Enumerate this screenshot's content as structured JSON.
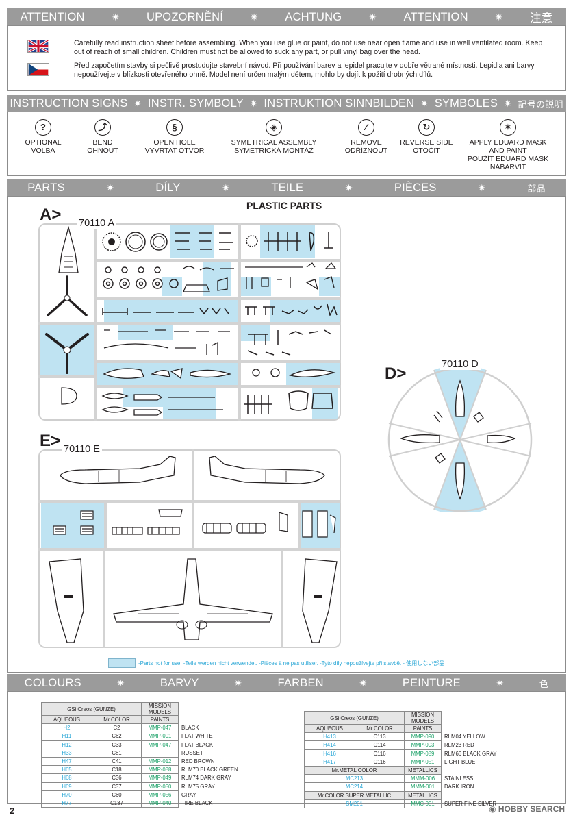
{
  "attention": {
    "band": [
      "ATTENTION",
      "UPOZORNĚNÍ",
      "ACHTUNG",
      "ATTENTION",
      "注意"
    ],
    "text_en": "Carefully read instruction sheet before assembling. When you use glue or paint, do not use near open flame and use in well ventilated room. Keep out of reach of small children. Children must not be allowed to suck any part, or pull vinyl bag over the head.",
    "text_cz": "Před započetím stavby si pečlivě prostudujte stavební návod. Při používání barev a lepidel pracujte v dobře větrané místnosti. Lepidla ani barvy nepoužívejte v blízkosti otevřeného ohně. Model není určen malým dětem, mohlo by dojít k požití drobných dílů."
  },
  "signs": {
    "band": [
      "INSTRUCTION SIGNS",
      "INSTR. SYMBOLY",
      "INSTRUKTION SINNBILDEN",
      "SYMBOLES",
      "記号の説明"
    ],
    "items": [
      {
        "icon": "question-icon",
        "label": "OPTIONAL\nVOLBA"
      },
      {
        "icon": "bend-icon",
        "label": "BEND\nOHNOUT"
      },
      {
        "icon": "drill-icon",
        "label": "OPEN HOLE\nVYVRTAT OTVOR"
      },
      {
        "icon": "symmetry-icon",
        "label": "SYMETRICAL ASSEMBLY\nSYMETRICKÁ MONTÁŽ"
      },
      {
        "icon": "cut-icon",
        "label": "REMOVE\nODŘÍZNOUT"
      },
      {
        "icon": "reverse-icon",
        "label": "REVERSE SIDE\nOTOČIT"
      },
      {
        "icon": "mask-icon",
        "label": "APPLY EDUARD MASK\nAND PAINT\nPOUŽÍT EDUARD MASK\nNABARVIT"
      }
    ]
  },
  "parts": {
    "band": [
      "PARTS",
      "DÍLY",
      "TEILE",
      "PIÈCES",
      "部品"
    ],
    "heading": "PLASTIC PARTS",
    "sprue_a_letter": "A>",
    "sprue_a_code": "70110 A",
    "sprue_d_letter": "D>",
    "sprue_d_code": "70110 D",
    "sprue_e_letter": "E>",
    "sprue_e_code": "70110 E",
    "legend": "-Parts not for use. -Teile werden nicht verwendet. -Pièces à ne pas utiliser. -Tyto díly nepoužívejte při stavbě. -  使用しない部品",
    "highlight_color": "#bfe3f2"
  },
  "colours": {
    "band": [
      "COLOURS",
      "BARVY",
      "FARBEN",
      "PEINTURE",
      "色"
    ],
    "header_gsi": "GSi Creos (GUNZE)",
    "header_mission": "MISSION MODELS",
    "col_aqueous": "AQUEOUS",
    "col_mrcolor": "Mr.COLOR",
    "col_paints": "PAINTS",
    "left": [
      {
        "aq": "H2",
        "mc": "C2",
        "mm": "MMP-047",
        "name": "BLACK"
      },
      {
        "aq": "H11",
        "mc": "C62",
        "mm": "MMP-001",
        "name": "FLAT WHITE"
      },
      {
        "aq": "H12",
        "mc": "C33",
        "mm": "MMP-047",
        "name": "FLAT BLACK"
      },
      {
        "aq": "H33",
        "mc": "C81",
        "mm": "",
        "name": "RUSSET"
      },
      {
        "aq": "H47",
        "mc": "C41",
        "mm": "MMP-012",
        "name": "RED BROWN"
      },
      {
        "aq": "H65",
        "mc": "C18",
        "mm": "MMP-088",
        "name": "RLM70 BLACK GREEN"
      },
      {
        "aq": "H68",
        "mc": "C36",
        "mm": "MMP-049",
        "name": "RLM74 DARK GRAY"
      },
      {
        "aq": "H69",
        "mc": "C37",
        "mm": "MMP-050",
        "name": "RLM75 GRAY"
      },
      {
        "aq": "H70",
        "mc": "C60",
        "mm": "MMP-056",
        "name": "GRAY"
      },
      {
        "aq": "H77",
        "mc": "C137",
        "mm": "MMP-040",
        "name": "TIRE BLACK"
      }
    ],
    "right": [
      {
        "aq": "H413",
        "mc": "C113",
        "mm": "MMP-090",
        "name": "RLM04 YELLOW"
      },
      {
        "aq": "H414",
        "mc": "C114",
        "mm": "MMP-003",
        "name": "RLM23 RED"
      },
      {
        "aq": "H416",
        "mc": "C116",
        "mm": "MMP-089",
        "name": "RLM66 BLACK GRAY"
      },
      {
        "aq": "H417",
        "mc": "C116",
        "mm": "MMP-051",
        "name": "LIGHT BLUE"
      }
    ],
    "metal_header": "Mr.METAL COLOR",
    "metallics_header": "METALLICS",
    "metal": [
      {
        "mc": "MC213",
        "mm": "MMM-006",
        "name": "STAINLESS"
      },
      {
        "mc": "MC214",
        "mm": "MMM-001",
        "name": "DARK IRON"
      }
    ],
    "super_header": "Mr.COLOR SUPER METALLIC",
    "super": [
      {
        "mc": "SM201",
        "mm": "MMC-001",
        "name": "SUPER FINE SILVER"
      }
    ]
  },
  "page_number": "2",
  "watermark": "HOBBY SEARCH"
}
